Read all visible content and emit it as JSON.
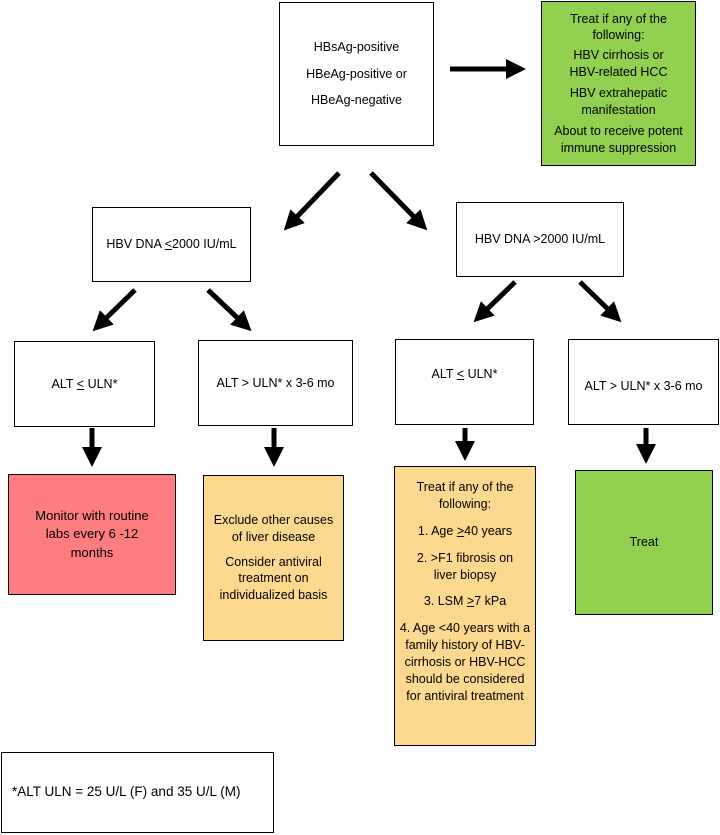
{
  "top": {
    "lines": [
      "HBsAg-positive",
      "HBeAg-positive or",
      "HBeAg-negative"
    ]
  },
  "treat_any": {
    "heading": "Treat if any of the following:",
    "items": [
      "HBV cirrhosis or",
      "HBV-related HCC",
      "HBV extrahepatic manifestation",
      "About to receive potent immune suppression"
    ]
  },
  "dna_low": {
    "prefix": "HBV DNA ",
    "underlined": "<",
    "suffix": "2000 IU/mL"
  },
  "dna_high": {
    "label": "HBV DNA >2000 IU/mL"
  },
  "alt_low_left": {
    "prefix": "ALT ",
    "underlined": "<",
    "suffix": " ULN*"
  },
  "alt_high_left": {
    "label": "ALT > ULN* x 3-6 mo"
  },
  "alt_low_right": {
    "prefix": "ALT ",
    "underlined": "<",
    "suffix": " ULN*"
  },
  "alt_high_right": {
    "label": "ALT > ULN* x 3-6 mo"
  },
  "monitor": {
    "text": "Monitor with routine labs every 6 -12 months"
  },
  "exclude": {
    "line1": "Exclude other causes of liver disease",
    "line2": "Consider antiviral treatment on individualized basis"
  },
  "treat_criteria": {
    "heading": "Treat if any of the following:",
    "c1_prefix": "1. Age ",
    "c1_under": ">",
    "c1_suffix": "40 years",
    "c2": "2. >F1 fibrosis on liver biopsy",
    "c3_prefix": "3. LSM ",
    "c3_under": ">",
    "c3_suffix": "7 kPa",
    "c4": "4. Age <40 years with a family history of HBV-cirrhosis or HBV-HCC should be considered for antiviral treatment"
  },
  "treat": {
    "label": "Treat"
  },
  "footnote": {
    "text": "*ALT ULN = 25 U/L (F) and 35 U/L (M)"
  },
  "colors": {
    "green": "#92d050",
    "red": "#ff7c80",
    "amber": "#fdd990"
  }
}
